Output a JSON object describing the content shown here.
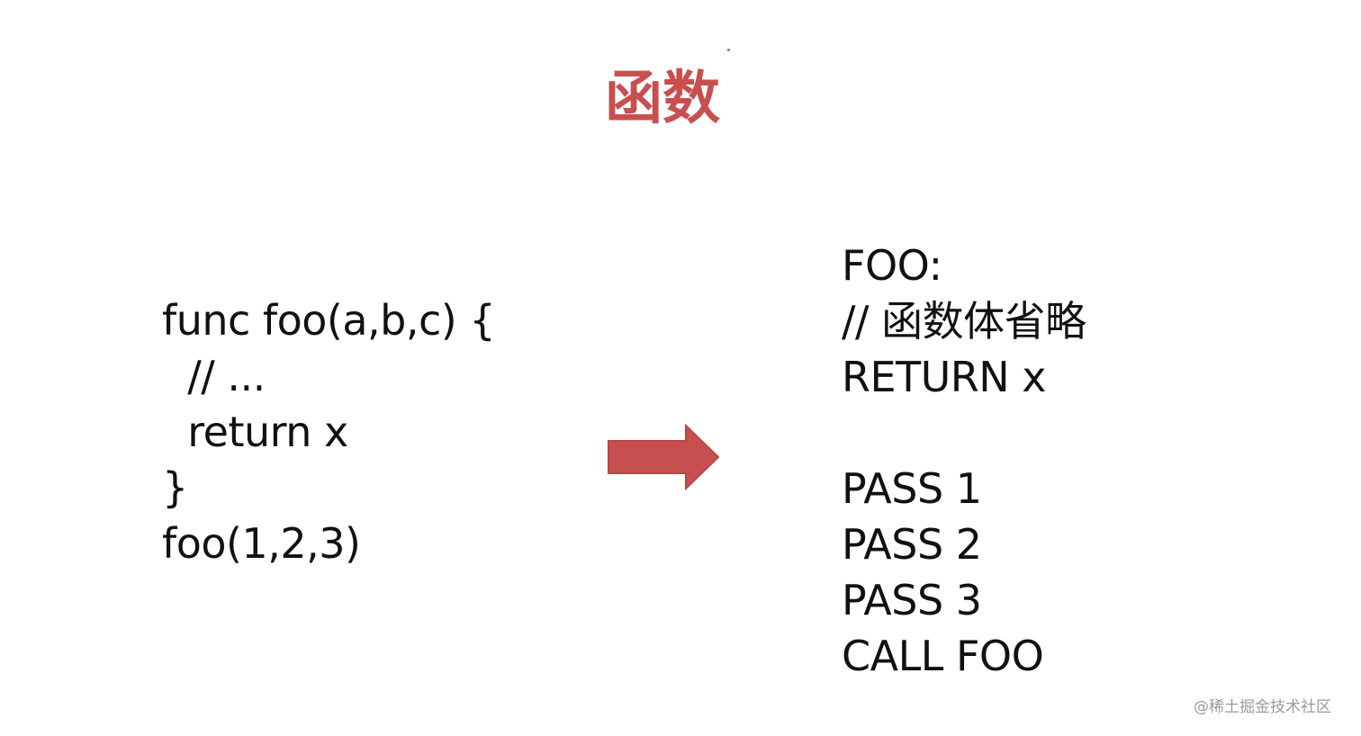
{
  "slide": {
    "title": "函数",
    "left_code": {
      "lines": [
        "func foo(a,b,c) {",
        "  // ...",
        "  return x",
        "}",
        "foo(1,2,3)"
      ]
    },
    "right_code": {
      "lines": [
        "FOO:",
        "// 函数体省略",
        "RETURN x",
        "",
        "PASS 1",
        "PASS 2",
        "PASS 3",
        "CALL FOO"
      ]
    },
    "arrow_icon": "right-arrow-icon",
    "watermark": "@稀土掘金技术社区"
  },
  "colors": {
    "background": "#ffffff",
    "title": "#c84f4f",
    "text": "#111111",
    "arrow_fill": "#c84f4f",
    "arrow_stroke": "#b94747",
    "watermark": "#9a9a9a"
  }
}
